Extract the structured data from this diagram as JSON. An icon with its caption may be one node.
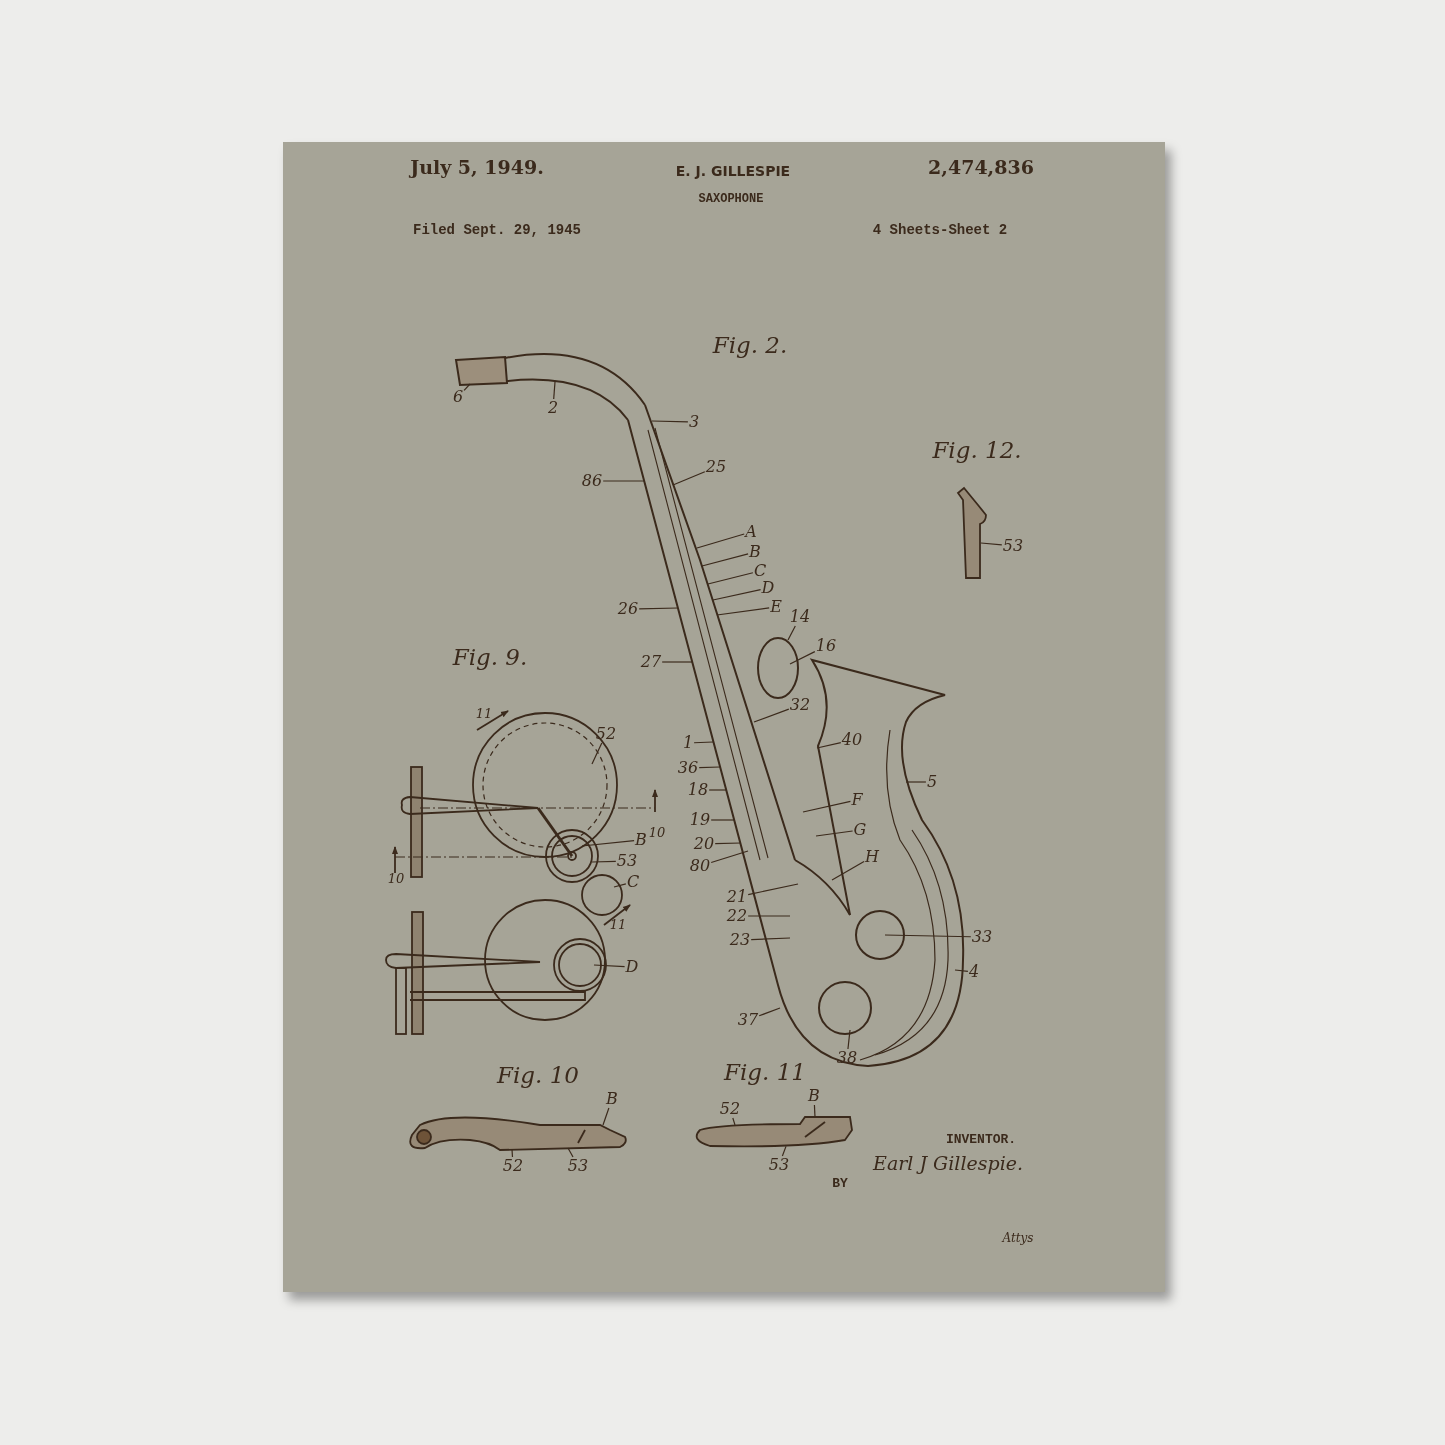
{
  "diagram": {
    "nodes": [
      {
        "text": [
          "6"
        ]
      },
      {
        "text": [
          "2"
        ]
      },
      {
        "text": [
          "3"
        ]
      },
      {
        "text": [
          "86"
        ]
      },
      {
        "text": [
          "25"
        ]
      },
      {
        "text": [
          "53"
        ]
      },
      {
        "text": [
          "A"
        ]
      },
      {
        "text": [
          "B"
        ]
      },
      {
        "text": [
          "C"
        ]
      },
      {
        "text": [
          "D"
        ]
      },
      {
        "text": [
          "E"
        ]
      },
      {
        "text": [
          "26"
        ]
      },
      {
        "text": [
          "14"
        ]
      },
      {
        "text": [
          "16"
        ]
      },
      {
        "text": [
          "27"
        ]
      },
      {
        "text": [
          "32"
        ]
      },
      {
        "text": [
          "52"
        ]
      },
      {
        "text": [
          "1"
        ]
      },
      {
        "text": [
          "40"
        ]
      },
      {
        "text": [
          "36"
        ]
      },
      {
        "text": [
          "5"
        ]
      },
      {
        "text": [
          "18"
        ]
      },
      {
        "text": [
          "F"
        ]
      },
      {
        "text": [
          "19"
        ]
      },
      {
        "text": [
          "G"
        ]
      },
      {
        "text": [
          "B"
        ]
      },
      {
        "text": [
          "20"
        ]
      },
      {
        "text": [
          "53"
        ]
      },
      {
        "text": [
          "H"
        ]
      },
      {
        "text": [
          "80"
        ]
      },
      {
        "text": [
          "C"
        ]
      },
      {
        "text": [
          "21"
        ]
      },
      {
        "text": [
          "22"
        ]
      },
      {
        "text": [
          "23"
        ]
      },
      {
        "text": [
          "33"
        ]
      },
      {
        "text": [
          "D"
        ]
      },
      {
        "text": [
          "4"
        ]
      },
      {
        "text": [
          "37"
        ]
      },
      {
        "text": [
          "38"
        ]
      },
      {
        "text": [
          "B"
        ]
      },
      {
        "text": [
          "B"
        ]
      },
      {
        "text": [
          "52"
        ]
      },
      {
        "text": [
          "52"
        ]
      },
      {
        "text": [
          "53"
        ]
      },
      {
        "text": [
          "53"
        ]
      },
      {
        "text": [],
        "shape": "picture"
      },
      {
        "text": [],
        "shape": "picture"
      },
      {
        "text": [],
        "shape": "picture"
      }
    ],
    "edges": [
      {
        "from": 0,
        "to": null,
        "arrow": "none"
      },
      {
        "from": 1,
        "to": null,
        "arrow": "none"
      },
      {
        "from": 2,
        "to": null,
        "arrow": "none"
      },
      {
        "from": 3,
        "to": null,
        "arrow": "none"
      },
      {
        "from": 4,
        "to": null,
        "arrow": "none"
      },
      {
        "from": 5,
        "to": 47,
        "arrow": "none"
      },
      {
        "from": 6,
        "to": null,
        "arrow": "none"
      },
      {
        "from": 7,
        "to": null,
        "arrow": "none"
      },
      {
        "from": 8,
        "to": null,
        "arrow": "none"
      },
      {
        "from": 9,
        "to": null,
        "arrow": "none"
      },
      {
        "from": 10,
        "to": null,
        "arrow": "none"
      },
      {
        "from": 11,
        "to": null,
        "arrow": "none"
      },
      {
        "from": 12,
        "to": null,
        "arrow": "none"
      },
      {
        "from": 13,
        "to": null,
        "arrow": "none"
      },
      {
        "from": 14,
        "to": null,
        "arrow": "none"
      },
      {
        "from": 15,
        "to": null,
        "arrow": "none"
      },
      {
        "from": 16,
        "to": null,
        "arrow": "none"
      },
      {
        "from": 17,
        "to": null,
        "arrow": "none"
      },
      {
        "from": 18,
        "to": null,
        "arrow": "none"
      },
      {
        "from": 19,
        "to": null,
        "arrow": "none"
      },
      {
        "from": 20,
        "to": null,
        "arrow": "none"
      },
      {
        "from": 21,
        "to": null,
        "arrow": "none"
      },
      {
        "from": 22,
        "to": null,
        "arrow": "none"
      },
      {
        "from": 23,
        "to": null,
        "arrow": "none"
      },
      {
        "from": 24,
        "to": null,
        "arrow": "none"
      },
      {
        "from": 25,
        "to": null,
        "arrow": "none"
      },
      {
        "from": 26,
        "to": null,
        "arrow": "none"
      },
      {
        "from": 27,
        "to": null,
        "arrow": "none"
      },
      {
        "from": 28,
        "to": null,
        "arrow": "none"
      },
      {
        "from": 29,
        "to": null,
        "arrow": "none"
      },
      {
        "from": 30,
        "to": null,
        "arrow": "none"
      },
      {
        "from": 31,
        "to": null,
        "arrow": "none"
      },
      {
        "from": 32,
        "to": null,
        "arrow": "none"
      },
      {
        "from": 33,
        "to": null,
        "arrow": "none"
      },
      {
        "from": 34,
        "to": null,
        "arrow": "none"
      },
      {
        "from": 35,
        "to": null,
        "arrow": "none"
      },
      {
        "from": 36,
        "to": null,
        "arrow": "none"
      },
      {
        "from": 37,
        "to": null,
        "arrow": "none"
      },
      {
        "from": 38,
        "to": null,
        "arrow": "none"
      },
      {
        "from": 39,
        "to": 46,
        "arrow": "none"
      },
      {
        "from": 40,
        "to": 45,
        "arrow": "none"
      },
      {
        "from": 41,
        "to": 46,
        "arrow": "none"
      },
      {
        "from": 42,
        "to": 45,
        "arrow": "none"
      },
      {
        "from": 43,
        "to": 45,
        "arrow": "none"
      },
      {
        "from": 44,
        "to": 46,
        "arrow": "none"
      }
    ],
    "labels": [
      "July 5, 1949.",
      "E. J. GILLESPIE",
      "2,474,836",
      "SAXOPHONE",
      "Filed Sept. 29, 1945",
      "4 Sheets-Sheet 2",
      "Fig. 2.",
      "Fig. 12.",
      "Fig. 9.",
      "11",
      "10",
      "10",
      "11",
      "Fig. 10",
      "Fig. 11",
      "INVENTOR.",
      "Earl J Gillespie.",
      "BY",
      "Attys"
    ]
  }
}
